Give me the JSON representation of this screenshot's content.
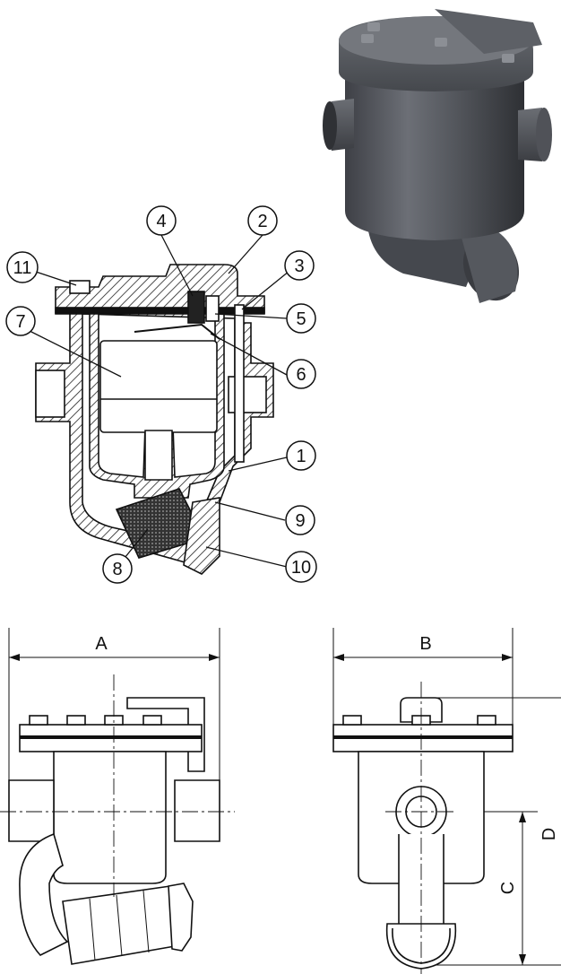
{
  "callouts": [
    "1",
    "2",
    "3",
    "4",
    "5",
    "6",
    "7",
    "8",
    "9",
    "10",
    "11"
  ],
  "dimensions": {
    "a": "A",
    "b": "B",
    "c": "C",
    "d": "D"
  }
}
